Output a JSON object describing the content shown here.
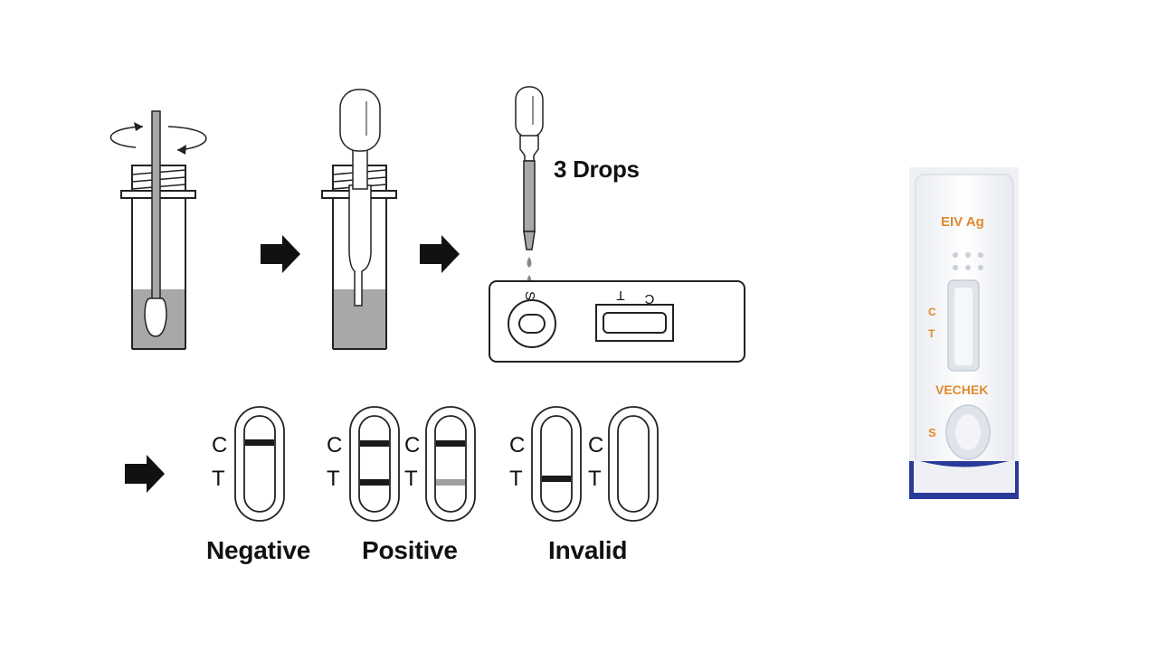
{
  "steps": {
    "drops_label": "3 Drops",
    "sample_well_letter": "S",
    "window_letters": [
      "C",
      "T"
    ]
  },
  "results": {
    "line_letters": [
      "C",
      "T"
    ],
    "labels": {
      "negative": "Negative",
      "positive": "Positive",
      "invalid": "Invalid"
    }
  },
  "device": {
    "product_name": "EIV Ag",
    "brand": "VECHEK",
    "line_markers": [
      "C",
      "T"
    ],
    "sample_marker": "S",
    "text_color": "#e08a2c",
    "base_color": "#2a3a9a"
  }
}
